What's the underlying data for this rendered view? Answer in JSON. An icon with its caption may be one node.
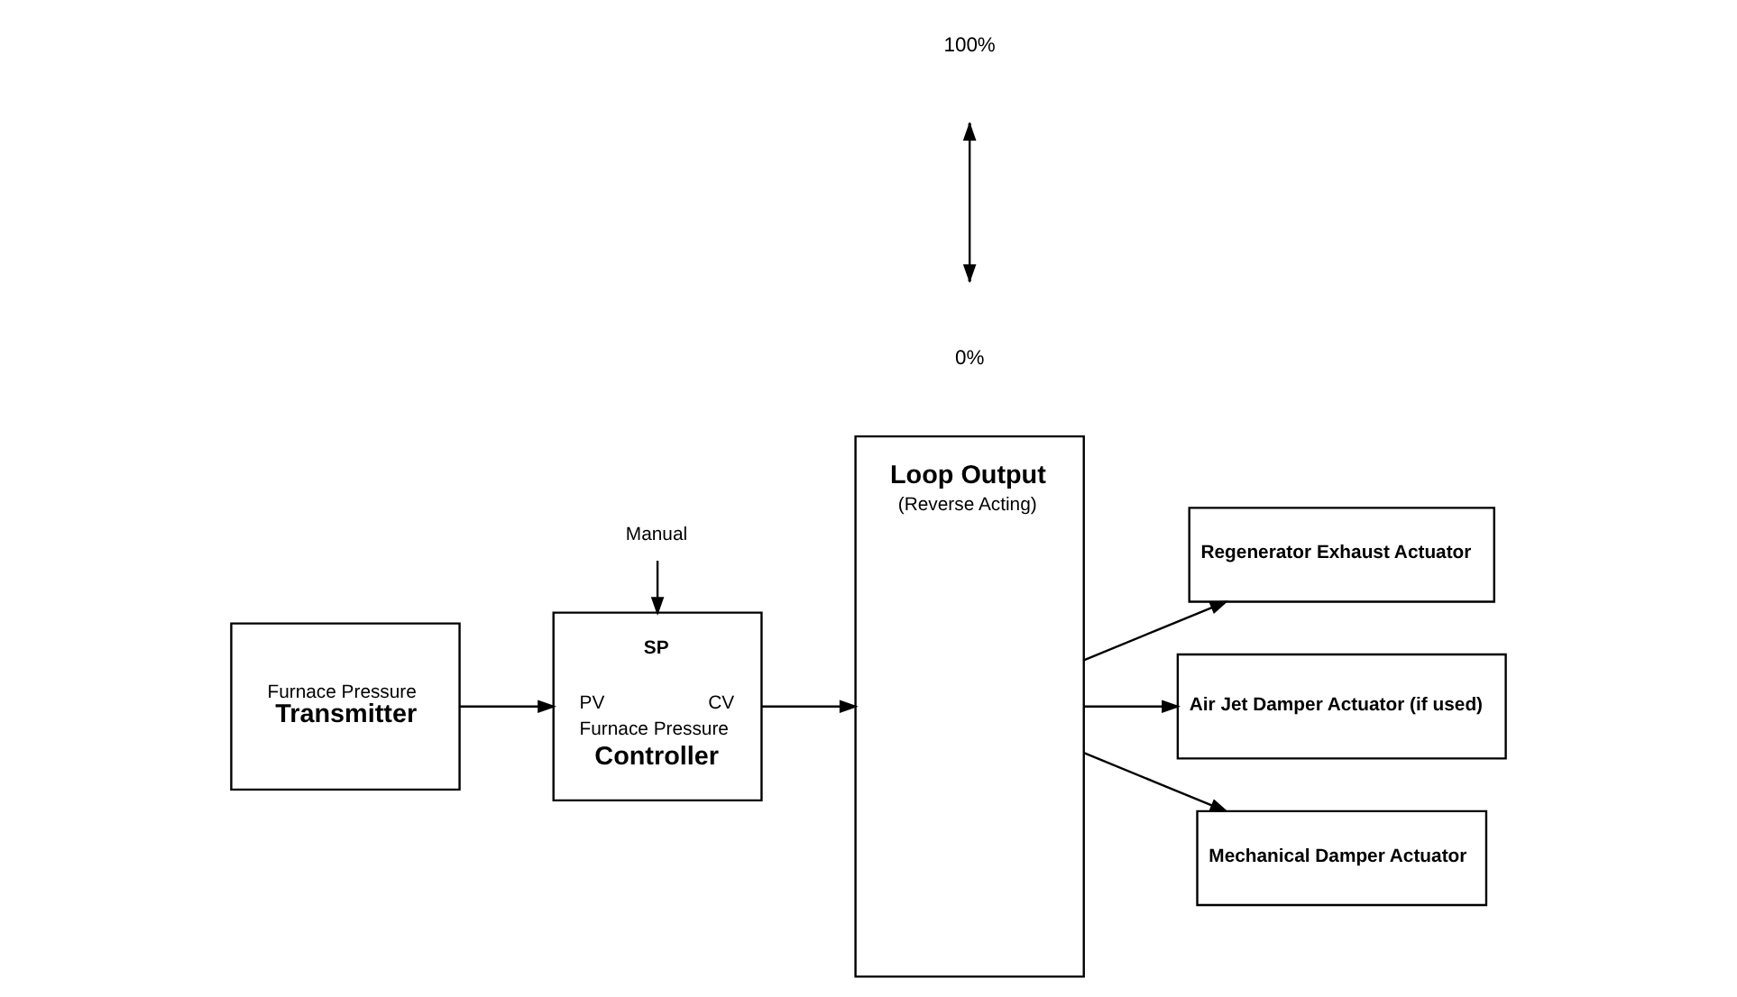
{
  "diagram": {
    "nodes": [
      {
        "text": [
          "Furnace Pressure",
          "Transmitter"
        ]
      },
      {
        "text": [
          "SP",
          "PV",
          "CV",
          "Furnace Pressure",
          "Controller"
        ]
      },
      {
        "text": [
          "Manual"
        ]
      },
      {
        "text": [
          "Loop Output",
          "(Reverse Acting)"
        ]
      },
      {
        "text": [
          "Regenerator Exhaust Actuator"
        ]
      },
      {
        "text": [
          "Air Jet Damper Actuator (if used)"
        ]
      },
      {
        "text": [
          "Mechanical Damper Actuator"
        ]
      }
    ],
    "edges": [
      {
        "from": 2,
        "to": 1,
        "arrow": "to"
      },
      {
        "from": 0,
        "to": 1,
        "arrow": "to"
      },
      {
        "from": 1,
        "to": 3,
        "arrow": "to"
      },
      {
        "from": 3,
        "to": 4,
        "arrow": "to"
      },
      {
        "from": 3,
        "to": 5,
        "arrow": "to"
      },
      {
        "from": 3,
        "to": 6,
        "arrow": "to"
      }
    ],
    "labels": [
      "100%",
      "0%"
    ]
  }
}
